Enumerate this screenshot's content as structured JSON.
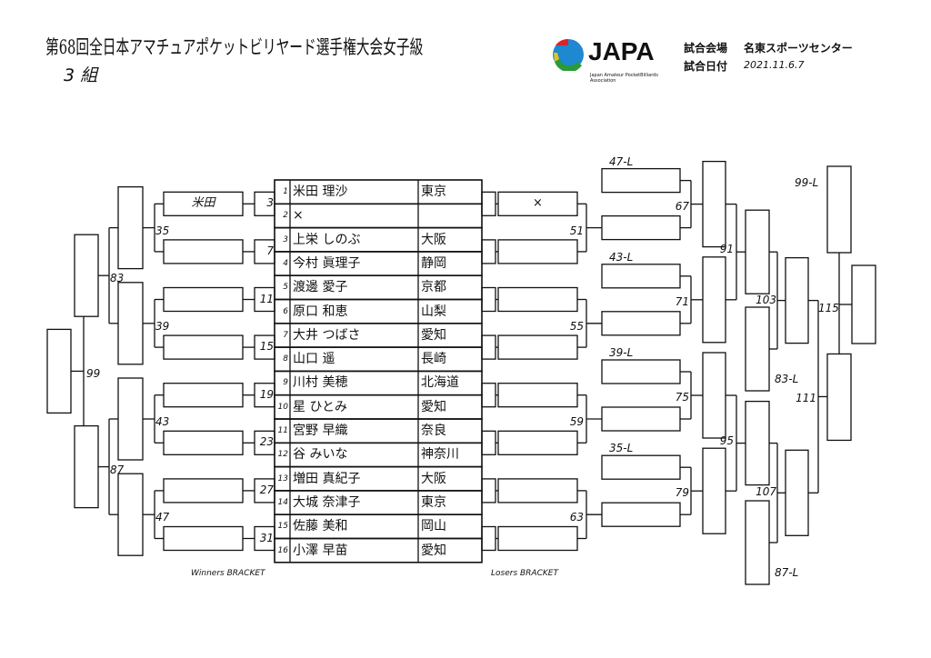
{
  "header": {
    "title": "第68回全日本アマチュアポケットビリヤード選手権大会女子級",
    "group": "3 組",
    "venue_label": "試合会場",
    "venue_value": "名東スポーツセンター",
    "date_label": "試合日付",
    "date_value": "2021.11.6.7",
    "logo_text": "JAPA",
    "logo_subtitle": "Japan Amateur PocketBilliards Association"
  },
  "players": [
    {
      "num": "1",
      "name": "米田 理沙",
      "pref": "東京"
    },
    {
      "num": "2",
      "name": "×",
      "pref": ""
    },
    {
      "num": "3",
      "name": "上栄 しのぶ",
      "pref": "大阪"
    },
    {
      "num": "4",
      "name": "今村 眞理子",
      "pref": "静岡"
    },
    {
      "num": "5",
      "name": "渡邊 愛子",
      "pref": "京都"
    },
    {
      "num": "6",
      "name": "原口 和恵",
      "pref": "山梨"
    },
    {
      "num": "7",
      "name": "大井 つばさ",
      "pref": "愛知"
    },
    {
      "num": "8",
      "name": "山口 遥",
      "pref": "長崎"
    },
    {
      "num": "9",
      "name": "川村 美穂",
      "pref": "北海道"
    },
    {
      "num": "10",
      "name": "星 ひとみ",
      "pref": "愛知"
    },
    {
      "num": "11",
      "name": "宮野 早織",
      "pref": "奈良"
    },
    {
      "num": "12",
      "name": "谷 みいな",
      "pref": "神奈川"
    },
    {
      "num": "13",
      "name": "増田 真紀子",
      "pref": "大阪"
    },
    {
      "num": "14",
      "name": "大城 奈津子",
      "pref": "東京"
    },
    {
      "num": "15",
      "name": "佐藤 美和",
      "pref": "岡山"
    },
    {
      "num": "16",
      "name": "小澤 早苗",
      "pref": "愛知"
    }
  ],
  "winners": {
    "round1_matches": [
      "3",
      "7",
      "11",
      "15",
      "19",
      "23",
      "27",
      "31"
    ],
    "round2_results": [
      "米田",
      "",
      "",
      "",
      "",
      "",
      "",
      ""
    ],
    "round2_matches": [
      "35",
      "39",
      "43",
      "47"
    ],
    "round3_matches": [
      "83",
      "87"
    ],
    "final_match": "99",
    "footer": "Winners BRACKET"
  },
  "losers": {
    "round1_results": [
      "×",
      "",
      "",
      "",
      "",
      "",
      "",
      ""
    ],
    "round1_matches": [
      "51",
      "55",
      "59",
      "63"
    ],
    "drop_labels": [
      "47-L",
      "43-L",
      "39-L",
      "35-L"
    ],
    "round2_matches": [
      "67",
      "71",
      "75",
      "79"
    ],
    "round3_matches": [
      "91",
      "95"
    ],
    "drop2_labels": [
      "83-L",
      "87-L"
    ],
    "round4_matches": [
      "103",
      "107"
    ],
    "semi_match": "111",
    "drop3_label": "99-L",
    "final_match": "115",
    "footer": "Losers BRACKET"
  }
}
